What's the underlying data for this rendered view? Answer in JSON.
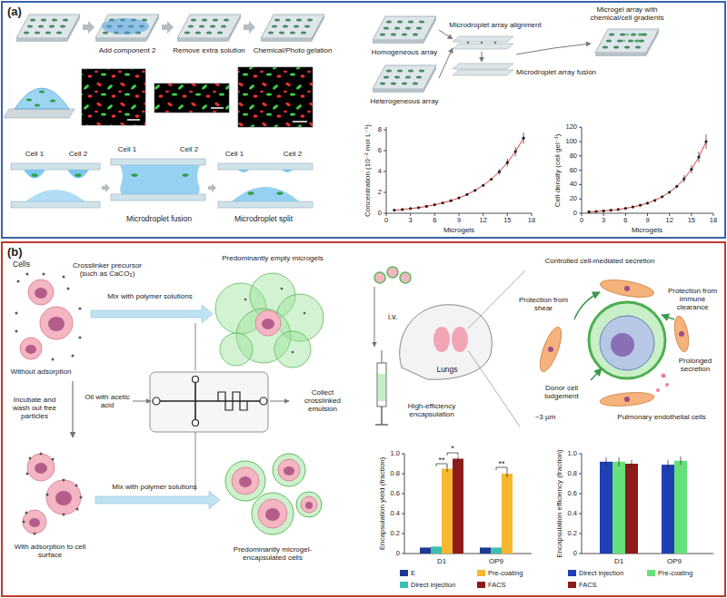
{
  "diagram": {
    "nodes": [
      {
        "text": [
          "(a)"
        ]
      },
      {
        "text": [
          "(b)"
        ]
      }
    ],
    "labels": [
      "Add component 2",
      "Remove extra solution",
      "Chemical/Photo gelation",
      "Cell 1",
      "Cell 2",
      "Cell 1",
      "Cell 2",
      "Cell 1",
      "Cell 2",
      "Microdroplet fusion",
      "Microdroplet split",
      "Homogeneous array",
      "Heterogeneous array",
      "Microdroplet array alignment",
      "Microdroplet array fusion",
      "Microgel array with chemical/cell gradients",
      "Concentration (10⁻² mol L⁻¹)",
      "Microgels",
      "0",
      "2",
      "4",
      "6",
      "8",
      "0",
      "3",
      "6",
      "9",
      "12",
      "15",
      "18",
      "Cell density (cell gel⁻¹)",
      "Microgels",
      "0",
      "20",
      "40",
      "60",
      "80",
      "100",
      "120",
      "0",
      "3",
      "6",
      "9",
      "12",
      "15",
      "18",
      "Cells",
      "Crosslinker precursor (such as CaCO₃)",
      "Without adsorption",
      "Mix with polymer solutions",
      "Predominantly empty microgels",
      "Oil with acetic acid",
      "Collect crosslinked emulsion",
      "Incubate and wash out free particles",
      "With adsorption to cell surface",
      "Mix with polymer solutions",
      "Predominantly microgel-encapsulated cells",
      "i.v.",
      "Lungs",
      "High-efficiency encapsulation",
      "Controlled cell-mediated secretion",
      "Protection from shear",
      "Protection from immune clearance",
      "Prolonged secretion",
      "Donor cell lodgement",
      "~3 µm",
      "Pulmonary endothelial cells",
      "Encapsulation yield (fraction)",
      "0",
      "0.2",
      "0.4",
      "0.6",
      "0.8",
      "1.0",
      "D1",
      "OP9",
      "**",
      "*",
      "**",
      "Encapsulation efficiency (fraction)",
      "0",
      "0.2",
      "0.4",
      "0.6",
      "0.8",
      "1.0",
      "D1",
      "OP9"
    ],
    "legend": [
      {
        "text": "E",
        "color": "#1f3a93"
      },
      {
        "text": "Direct injection",
        "color": "#3cc0b0"
      },
      {
        "text": "Pre-coating",
        "color": "#f5b82e"
      },
      {
        "text": "FACS",
        "color": "#8e1b1b"
      },
      {
        "text": "Direct injection",
        "color": "#1f3fb5"
      },
      {
        "text": "Pre-coating",
        "color": "#66e07a"
      },
      {
        "text": "FACS",
        "color": "#8e1b1b"
      }
    ]
  }
}
